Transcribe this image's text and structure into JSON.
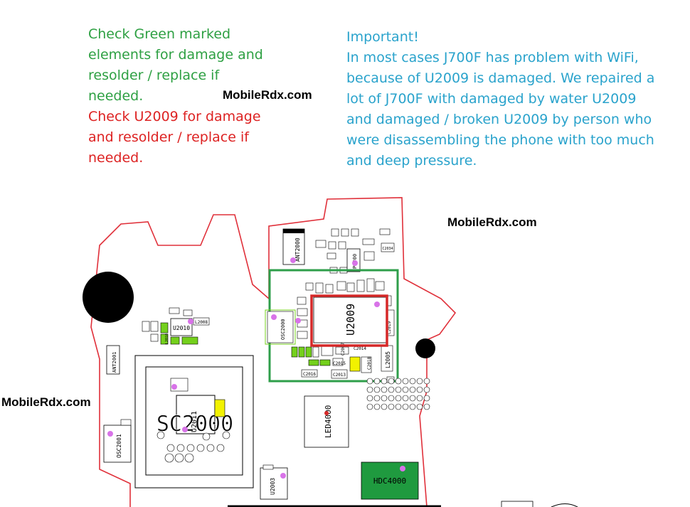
{
  "notes": {
    "green_lines": [
      "Check Green marked",
      "elements for damage and",
      "resolder / replace if",
      "needed."
    ],
    "red_lines": [
      "Check U2009 for damage",
      "and resolder / replace if",
      "needed."
    ],
    "important_lines": [
      "Important!",
      "In most cases J700F has problem with WiFi,",
      "because of U2009 is damaged. We repaired a",
      "lot of J700F with damaged by water U2009",
      "and damaged / broken U2009 by person who",
      "were disassembling the phone with too much",
      "and deep pressure."
    ]
  },
  "watermarks": [
    "MobileRdx.com",
    "MobileRdx.com",
    "MobileRdx.com"
  ],
  "labels": {
    "u2009": "U2009",
    "sc2000": "SC2000",
    "led4000": "LED4000",
    "hdc4000": "HDC4000",
    "u2003": "U2003",
    "osc2000": "OSC2000",
    "osc2001": "OSC2001",
    "ant2000": "ANT2000",
    "ant2001": "ANT2001",
    "u2010": "U2010",
    "l2005": "L2005",
    "p2000": "P2000",
    "c2016": "C2016",
    "c2013": "C2013",
    "c2018": "C2018",
    "c2014": "C2014",
    "c2015": "C2015",
    "c2007": "C2007",
    "u2011": "U2011",
    "c2034": "C2034",
    "l2008": "L2008",
    "c2019": "C2019",
    "l2010": "L2010"
  },
  "colors": {
    "green_text": "#2ea043",
    "red_text": "#dd2222",
    "blue_text": "#2aa3cc",
    "board_outline": "#e0303a",
    "green_marker": "#2e9e4a",
    "red_marker": "#d62828",
    "marked_component": "#74d01c",
    "highlight_component": "#f2f200",
    "test_point": "#d873e8",
    "hdc_fill": "#1f9a3f"
  }
}
